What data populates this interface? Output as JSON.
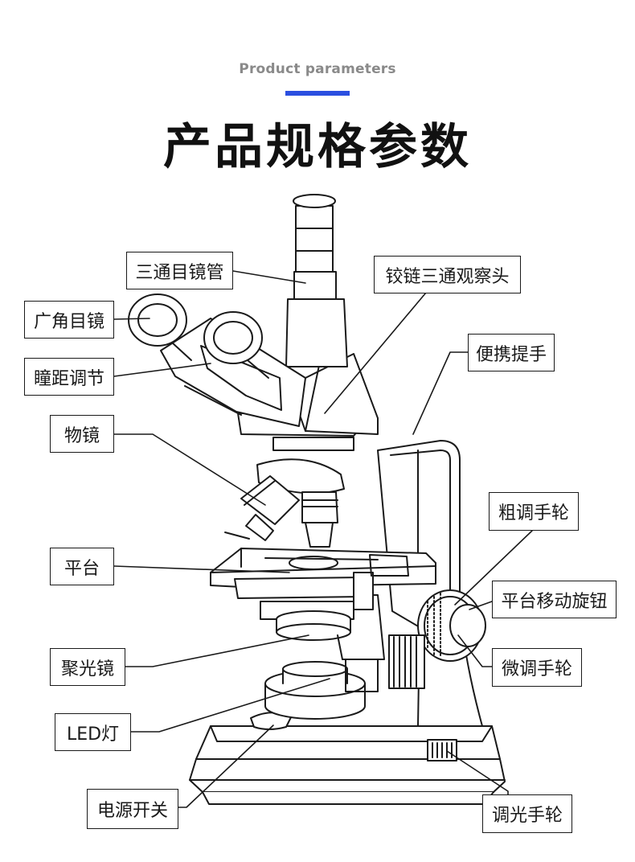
{
  "header": {
    "subtitle": "Product parameters",
    "title": "产品规格参数",
    "accent_color": "#2b4fe0"
  },
  "labels": {
    "trinocular_tube": "三通目镜管",
    "wide_field_eyepiece": "广角目镜",
    "interpupillary_adjust": "瞳距调节",
    "objective": "物镜",
    "stage": "平台",
    "condenser": "聚光镜",
    "led_light": "LED灯",
    "power_switch": "电源开关",
    "hinged_trinocular_head": "铰链三通观察头",
    "carry_handle": "便携提手",
    "coarse_focus": "粗调手轮",
    "stage_knob": "平台移动旋钮",
    "fine_focus": "微调手轮",
    "dimmer_wheel": "调光手轮"
  }
}
